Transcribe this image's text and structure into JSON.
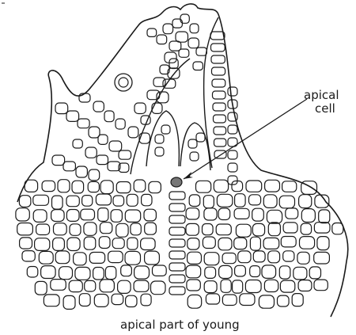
{
  "diagram": {
    "labels": {
      "apical_line1": "apical",
      "apical_line2": "cell"
    },
    "caption": "apical part of young",
    "colors": {
      "ink": "#1a1a1a",
      "paper": "#ffffff",
      "apical_cell_fill": "#777777"
    }
  }
}
